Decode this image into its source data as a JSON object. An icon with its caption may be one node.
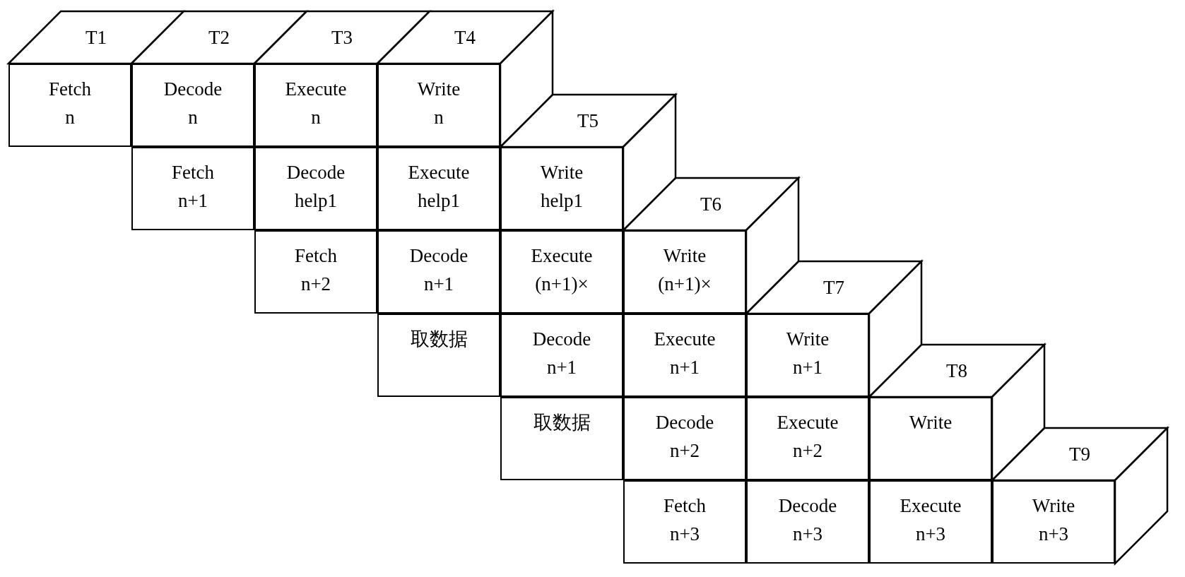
{
  "diagram": {
    "nodes": [
      {
        "text": [
          "T1"
        ]
      },
      {
        "text": [
          "T2"
        ]
      },
      {
        "text": [
          "T3"
        ]
      },
      {
        "text": [
          "T4"
        ]
      },
      {
        "text": [
          "Fetch n"
        ]
      },
      {
        "text": [
          "Decode n"
        ]
      },
      {
        "text": [
          "Execute n"
        ]
      },
      {
        "text": [
          "Write n"
        ]
      },
      {
        "text": [
          "T5"
        ]
      },
      {
        "text": [
          "Fetch n+1"
        ]
      },
      {
        "text": [
          "Decode help1"
        ]
      },
      {
        "text": [
          "Execute help1"
        ]
      },
      {
        "text": [
          "Write help1"
        ]
      },
      {
        "text": [
          "T6"
        ]
      },
      {
        "text": [
          "Fetch n+2"
        ]
      },
      {
        "text": [
          "Decode n+1"
        ]
      },
      {
        "text": [
          "Execute (n+1)×"
        ]
      },
      {
        "text": [
          "Write (n+1)×"
        ]
      },
      {
        "text": [
          "T7"
        ]
      },
      {
        "text": [
          "取数据"
        ]
      },
      {
        "text": [
          "Decode n+1"
        ]
      },
      {
        "text": [
          "Execute n+1"
        ]
      },
      {
        "text": [
          "Write n+1"
        ]
      },
      {
        "text": [
          "T8"
        ]
      },
      {
        "text": [
          "取数据"
        ]
      },
      {
        "text": [
          "Decode n+2"
        ]
      },
      {
        "text": [
          "Execute n+2"
        ]
      },
      {
        "text": [
          "Write"
        ]
      },
      {
        "text": [
          "T9"
        ]
      },
      {
        "text": [
          "Fetch n+3"
        ]
      },
      {
        "text": [
          "Decode n+3"
        ]
      },
      {
        "text": [
          "Execute n+3"
        ]
      },
      {
        "text": [
          "Write n+3"
        ]
      },
      {
        "text": [],
        "shape": "parallelogram"
      },
      {
        "text": [],
        "shape": "parallelogram"
      },
      {
        "text": [],
        "shape": "parallelogram"
      },
      {
        "text": [],
        "shape": "parallelogram"
      },
      {
        "text": [],
        "shape": "parallelogram"
      },
      {
        "text": [],
        "shape": "parallelogram"
      }
    ]
  }
}
